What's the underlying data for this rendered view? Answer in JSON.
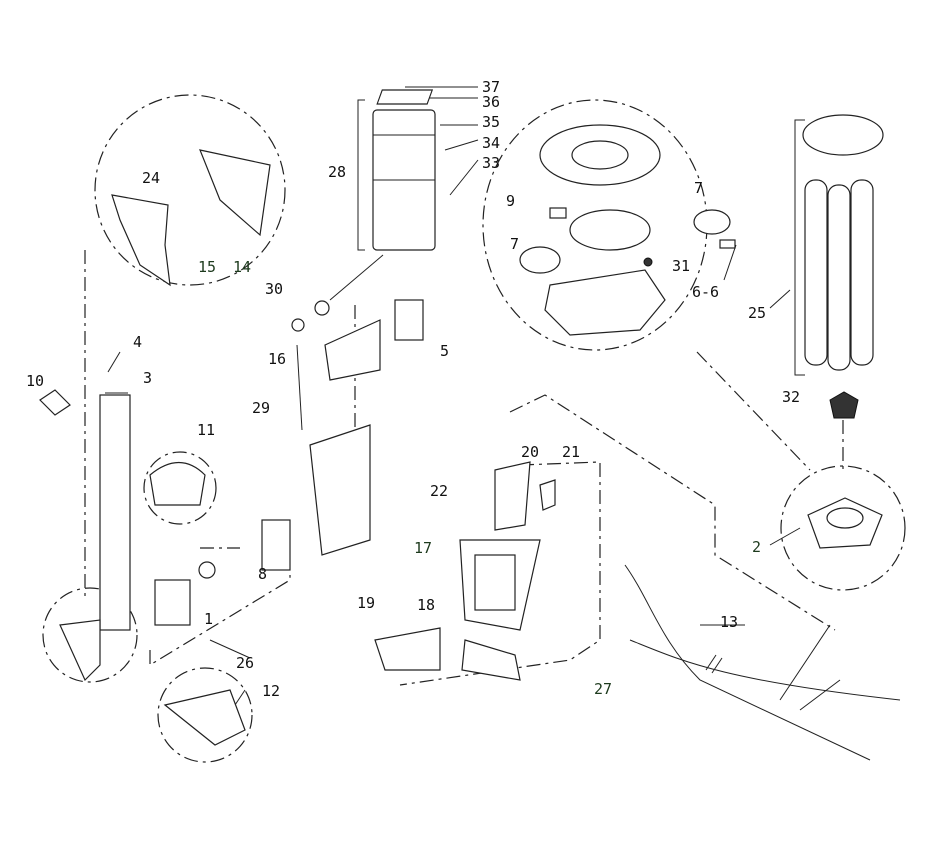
{
  "diagram": {
    "title": "Ice dispenser exploded parts view",
    "labels": [
      "37",
      "36",
      "35",
      "34",
      "33",
      "28",
      "24",
      "15",
      "14",
      "9",
      "7",
      "7",
      "31",
      "6-6",
      "25",
      "30",
      "5",
      "16",
      "4",
      "3",
      "10",
      "29",
      "11",
      "32",
      "20",
      "21",
      "22",
      "17",
      "8",
      "1",
      "19",
      "18",
      "27",
      "26",
      "2",
      "13",
      "12"
    ]
  }
}
